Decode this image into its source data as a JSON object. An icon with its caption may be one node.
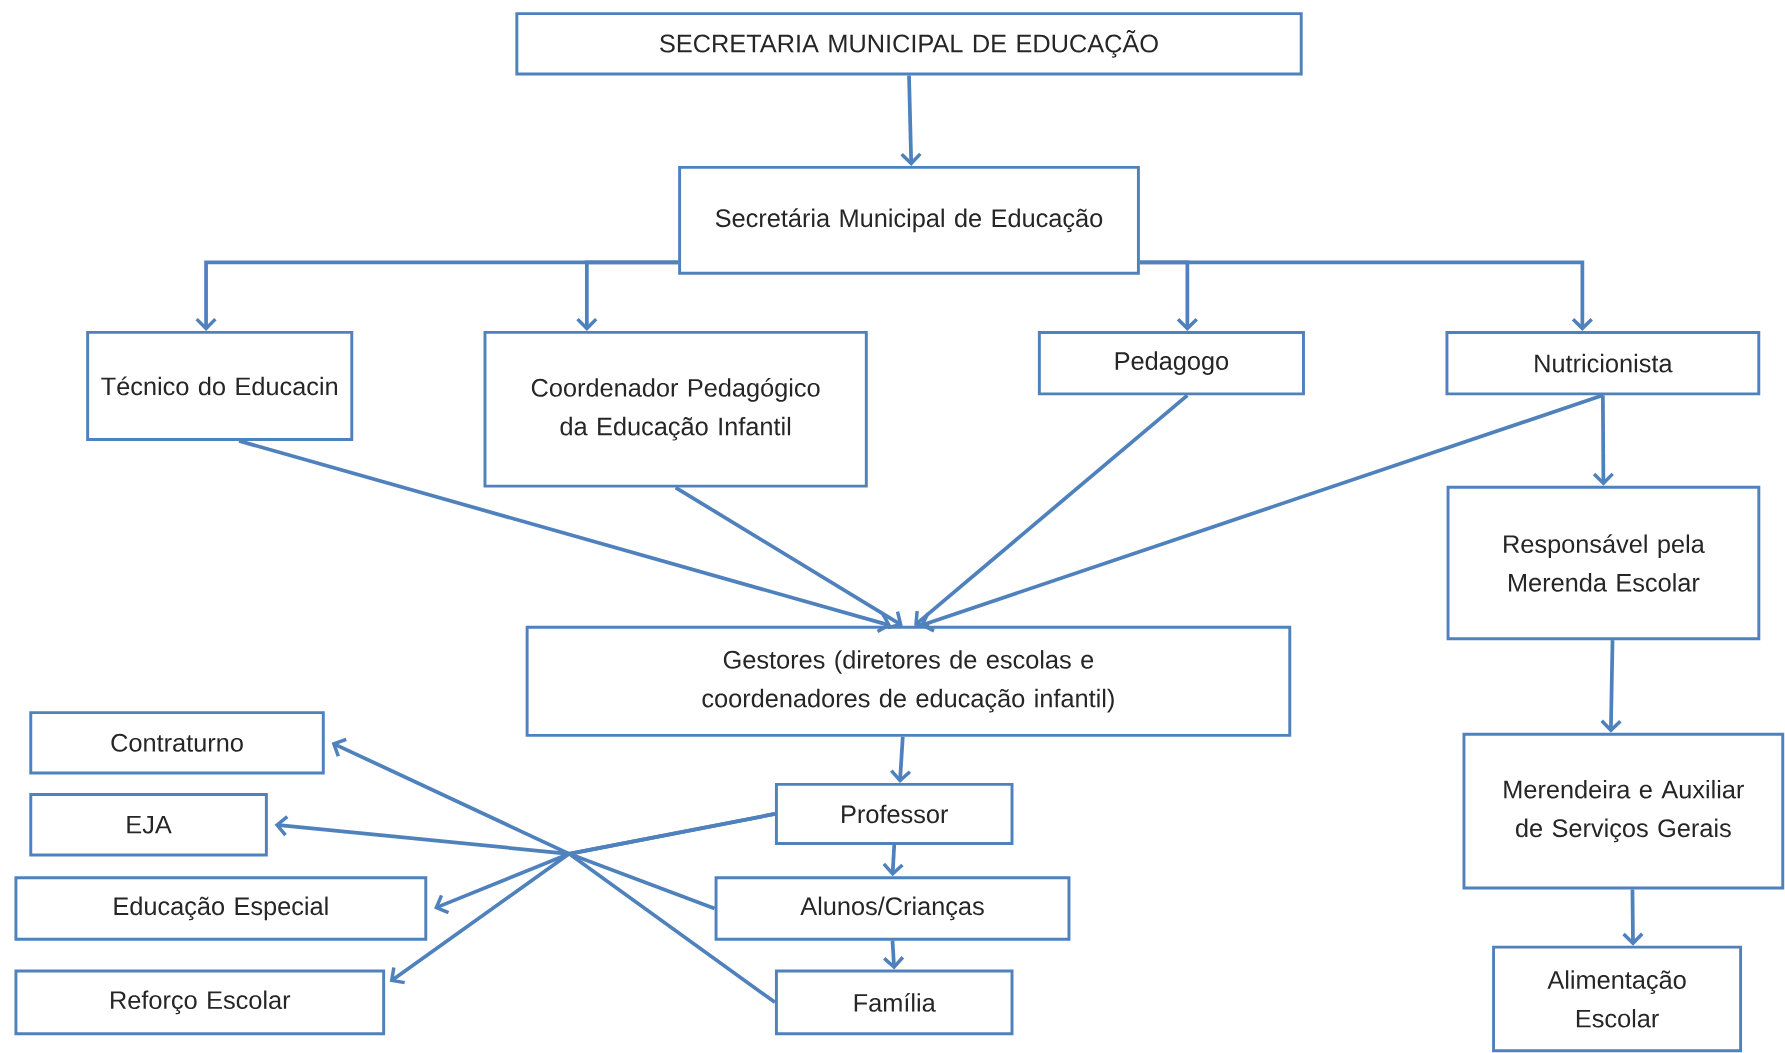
{
  "diagram": {
    "nodes": [
      {
        "text": [
          "SECRETARIA MUNICIPAL DE EDUCAÇÃO"
        ]
      },
      {
        "text": [
          "Secretária Municipal de Educação"
        ]
      },
      {
        "text": [
          "Técnico do Educacin"
        ]
      },
      {
        "text": [
          "Coordenador Pedagógico da Educação Infantil"
        ]
      },
      {
        "text": [
          "Pedagogo"
        ]
      },
      {
        "text": [
          "Nutricionista"
        ]
      },
      {
        "text": [
          "Responsável pela Merenda Escolar"
        ]
      },
      {
        "text": [
          "Gestores (diretores de escolas e coordenadores de educação infantil)"
        ]
      },
      {
        "text": [
          "Contraturno"
        ]
      },
      {
        "text": [
          "EJA"
        ]
      },
      {
        "text": [
          "Educação Especial"
        ]
      },
      {
        "text": [
          "Reforço Escolar"
        ]
      },
      {
        "text": [
          "Professor"
        ]
      },
      {
        "text": [
          "Alunos/Crianças"
        ]
      },
      {
        "text": [
          "Família"
        ]
      },
      {
        "text": [
          "Merendeira e Auxiliar de Serviços Gerais"
        ]
      },
      {
        "text": [
          "Alimentação Escolar"
        ]
      }
    ],
    "edges": [
      {
        "from": 0,
        "to": 1,
        "arrow": "to"
      },
      {
        "from": 1,
        "to": 2,
        "arrow": "to"
      },
      {
        "from": 1,
        "to": 3,
        "arrow": "to"
      },
      {
        "from": 1,
        "to": 4,
        "arrow": "to"
      },
      {
        "from": 1,
        "to": 5,
        "arrow": "to"
      },
      {
        "from": 2,
        "to": 7,
        "arrow": "to"
      },
      {
        "from": 3,
        "to": 7,
        "arrow": "to"
      },
      {
        "from": 4,
        "to": 7,
        "arrow": "to"
      },
      {
        "from": 5,
        "to": 7,
        "arrow": "to"
      },
      {
        "from": 5,
        "to": 6,
        "arrow": "to"
      },
      {
        "from": 6,
        "to": 15,
        "arrow": "to"
      },
      {
        "from": 15,
        "to": 16,
        "arrow": "to"
      },
      {
        "from": 7,
        "to": 12,
        "arrow": "to"
      },
      {
        "from": 12,
        "to": 13,
        "arrow": "to"
      },
      {
        "from": 13,
        "to": 14,
        "arrow": "to"
      },
      {
        "from": 12,
        "to": 10,
        "arrow": "to"
      },
      {
        "from": 12,
        "to": 11,
        "arrow": "to"
      },
      {
        "from": 13,
        "to": 9,
        "arrow": "to"
      },
      {
        "from": 14,
        "to": 8,
        "arrow": "to"
      }
    ]
  }
}
